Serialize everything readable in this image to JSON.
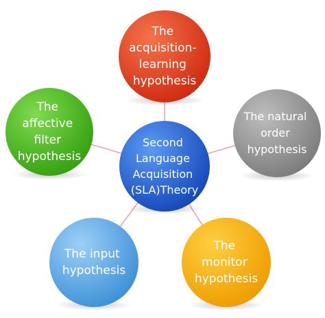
{
  "diagram": {
    "center": {
      "lines": [
        "Second",
        "Language",
        "Acquisition",
        "(SLA)Theory"
      ],
      "color": "#1f5fd0"
    },
    "nodes": [
      {
        "id": "acquisition-learning",
        "lines": [
          "The",
          "acquisition-",
          "learning",
          "hypothesis"
        ],
        "color": "#e2381c"
      },
      {
        "id": "natural-order",
        "lines": [
          "The natural",
          "order",
          "hypothesis"
        ],
        "color": "#8e8e8e"
      },
      {
        "id": "monitor",
        "lines": [
          "The",
          "monitor",
          "hypothesis"
        ],
        "color": "#f3a800"
      },
      {
        "id": "input",
        "lines": [
          "The input",
          "hypothesis"
        ],
        "color": "#55a8e6"
      },
      {
        "id": "affective-filter",
        "lines": [
          "The",
          "affective",
          "filter",
          "hypothesis"
        ],
        "color": "#44b81c"
      }
    ],
    "connector_color": "#e8a0a0"
  }
}
